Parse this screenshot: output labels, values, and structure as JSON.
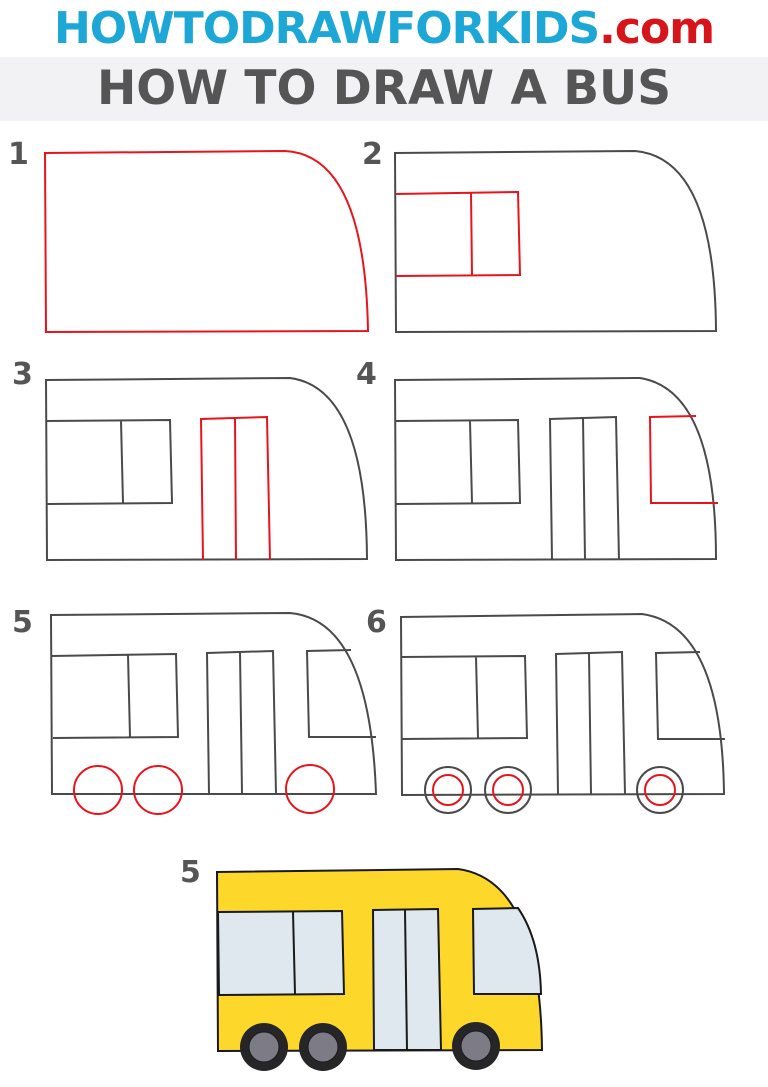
{
  "header": {
    "site_name": "HOWTODRAWFORKIDS",
    "site_tld": ".com",
    "page_title": "HOW TO DRAW A BUS"
  },
  "colors": {
    "site_name": "#1ca7d6",
    "site_tld": "#d8141b",
    "title_text": "#555555",
    "title_band": "#f2f2f4",
    "new_stroke": "#e8141c",
    "old_stroke": "#4a4a4a",
    "bus_body": "#fdd72a",
    "bus_window": "#dfe8ee",
    "tire": "#262628",
    "hub": "#7c7b86"
  },
  "steps": [
    {
      "number": "1",
      "description": "Bus body outline with rounded front"
    },
    {
      "number": "2",
      "description": "Rear window with divider"
    },
    {
      "number": "3",
      "description": "Double door"
    },
    {
      "number": "4",
      "description": "Front windshield"
    },
    {
      "number": "5",
      "description": "Three wheels"
    },
    {
      "number": "6",
      "description": "Inner wheel rims"
    },
    {
      "number": "5",
      "description": "Colored finished bus"
    }
  ]
}
